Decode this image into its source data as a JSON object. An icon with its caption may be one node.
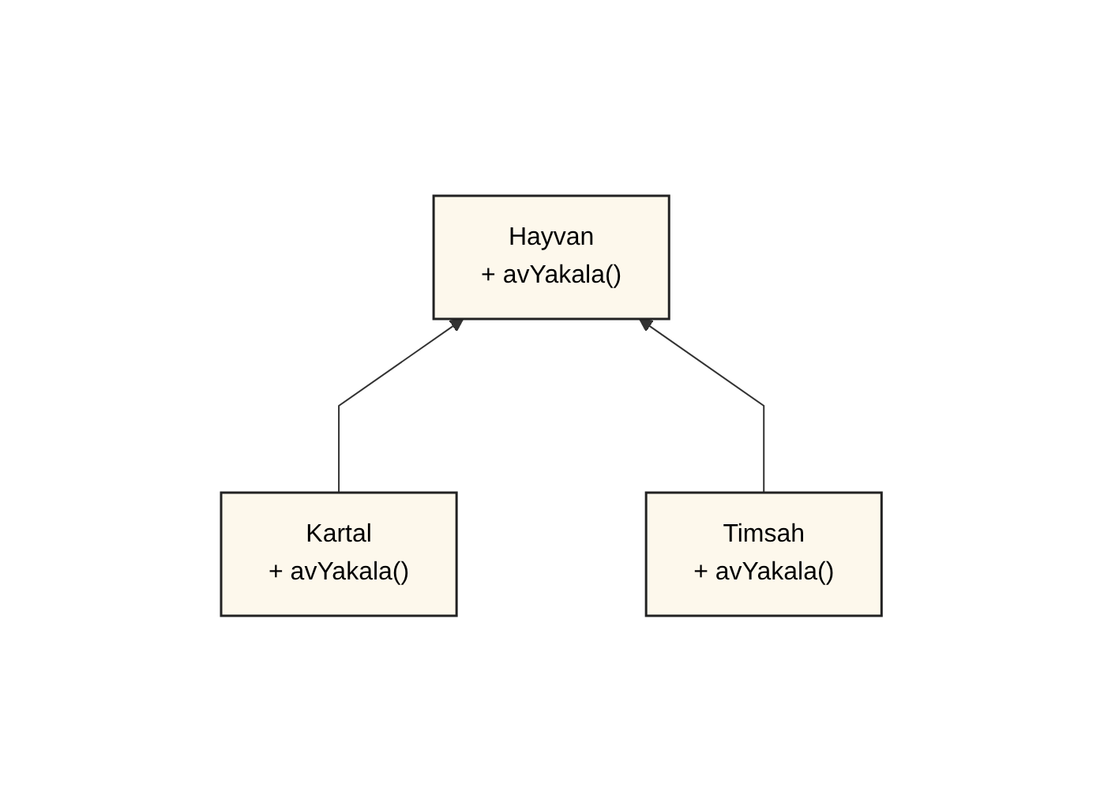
{
  "diagram": {
    "nodes": [
      {
        "text": [
          "Hayvan",
          "+ avYakala()"
        ]
      },
      {
        "text": [
          "Kartal",
          "+ avYakala()"
        ]
      },
      {
        "text": [
          "Timsah",
          "+ avYakala()"
        ]
      }
    ],
    "edges": [
      {
        "from": 1,
        "to": 0,
        "arrow": "to"
      },
      {
        "from": 2,
        "to": 0,
        "arrow": "to"
      }
    ]
  }
}
